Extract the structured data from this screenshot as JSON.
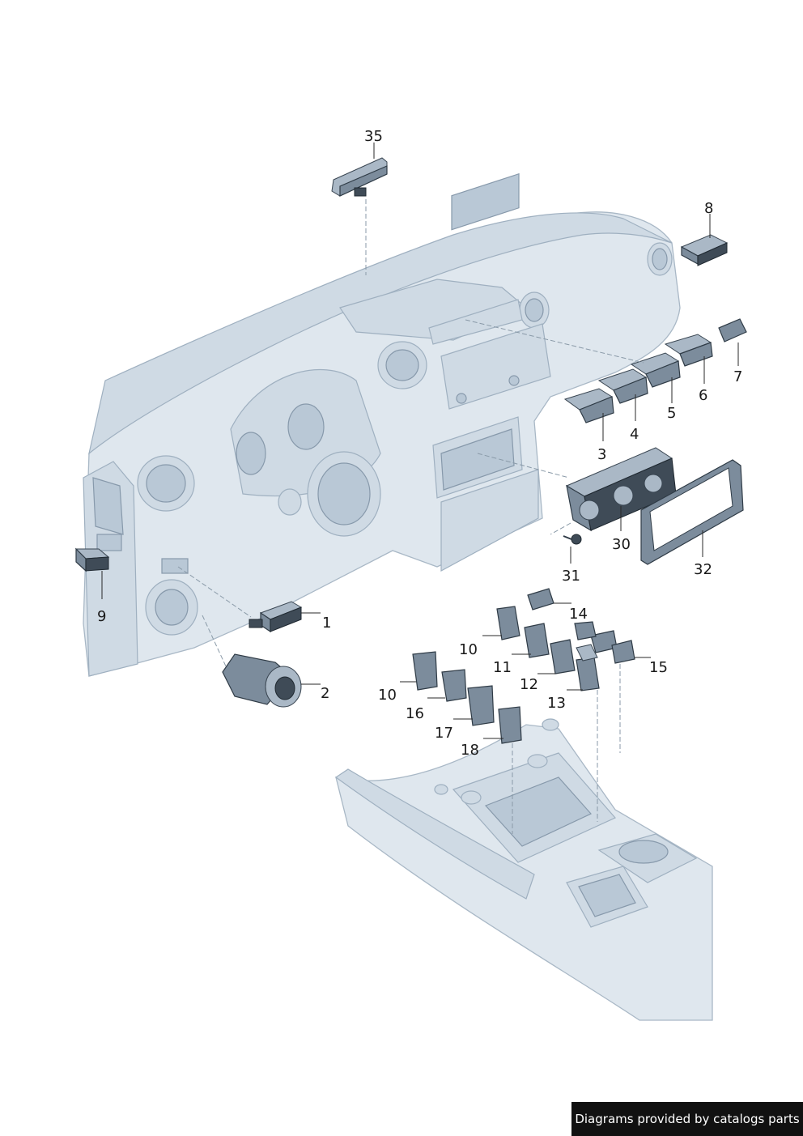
{
  "callouts": {
    "c35": "35",
    "c8": "8",
    "c7": "7",
    "c6": "6",
    "c5": "5",
    "c4": "4",
    "c3": "3",
    "c30": "30",
    "c32": "32",
    "c31": "31",
    "c9": "9",
    "c1": "1",
    "c2": "2",
    "c14": "14",
    "c10a": "10",
    "c11": "11",
    "c12": "12",
    "c13": "13",
    "c15": "15",
    "c10b": "10",
    "c16": "16",
    "c17": "17",
    "c18": "18"
  },
  "footer": {
    "text": "Diagrams provided by catalogs parts"
  }
}
